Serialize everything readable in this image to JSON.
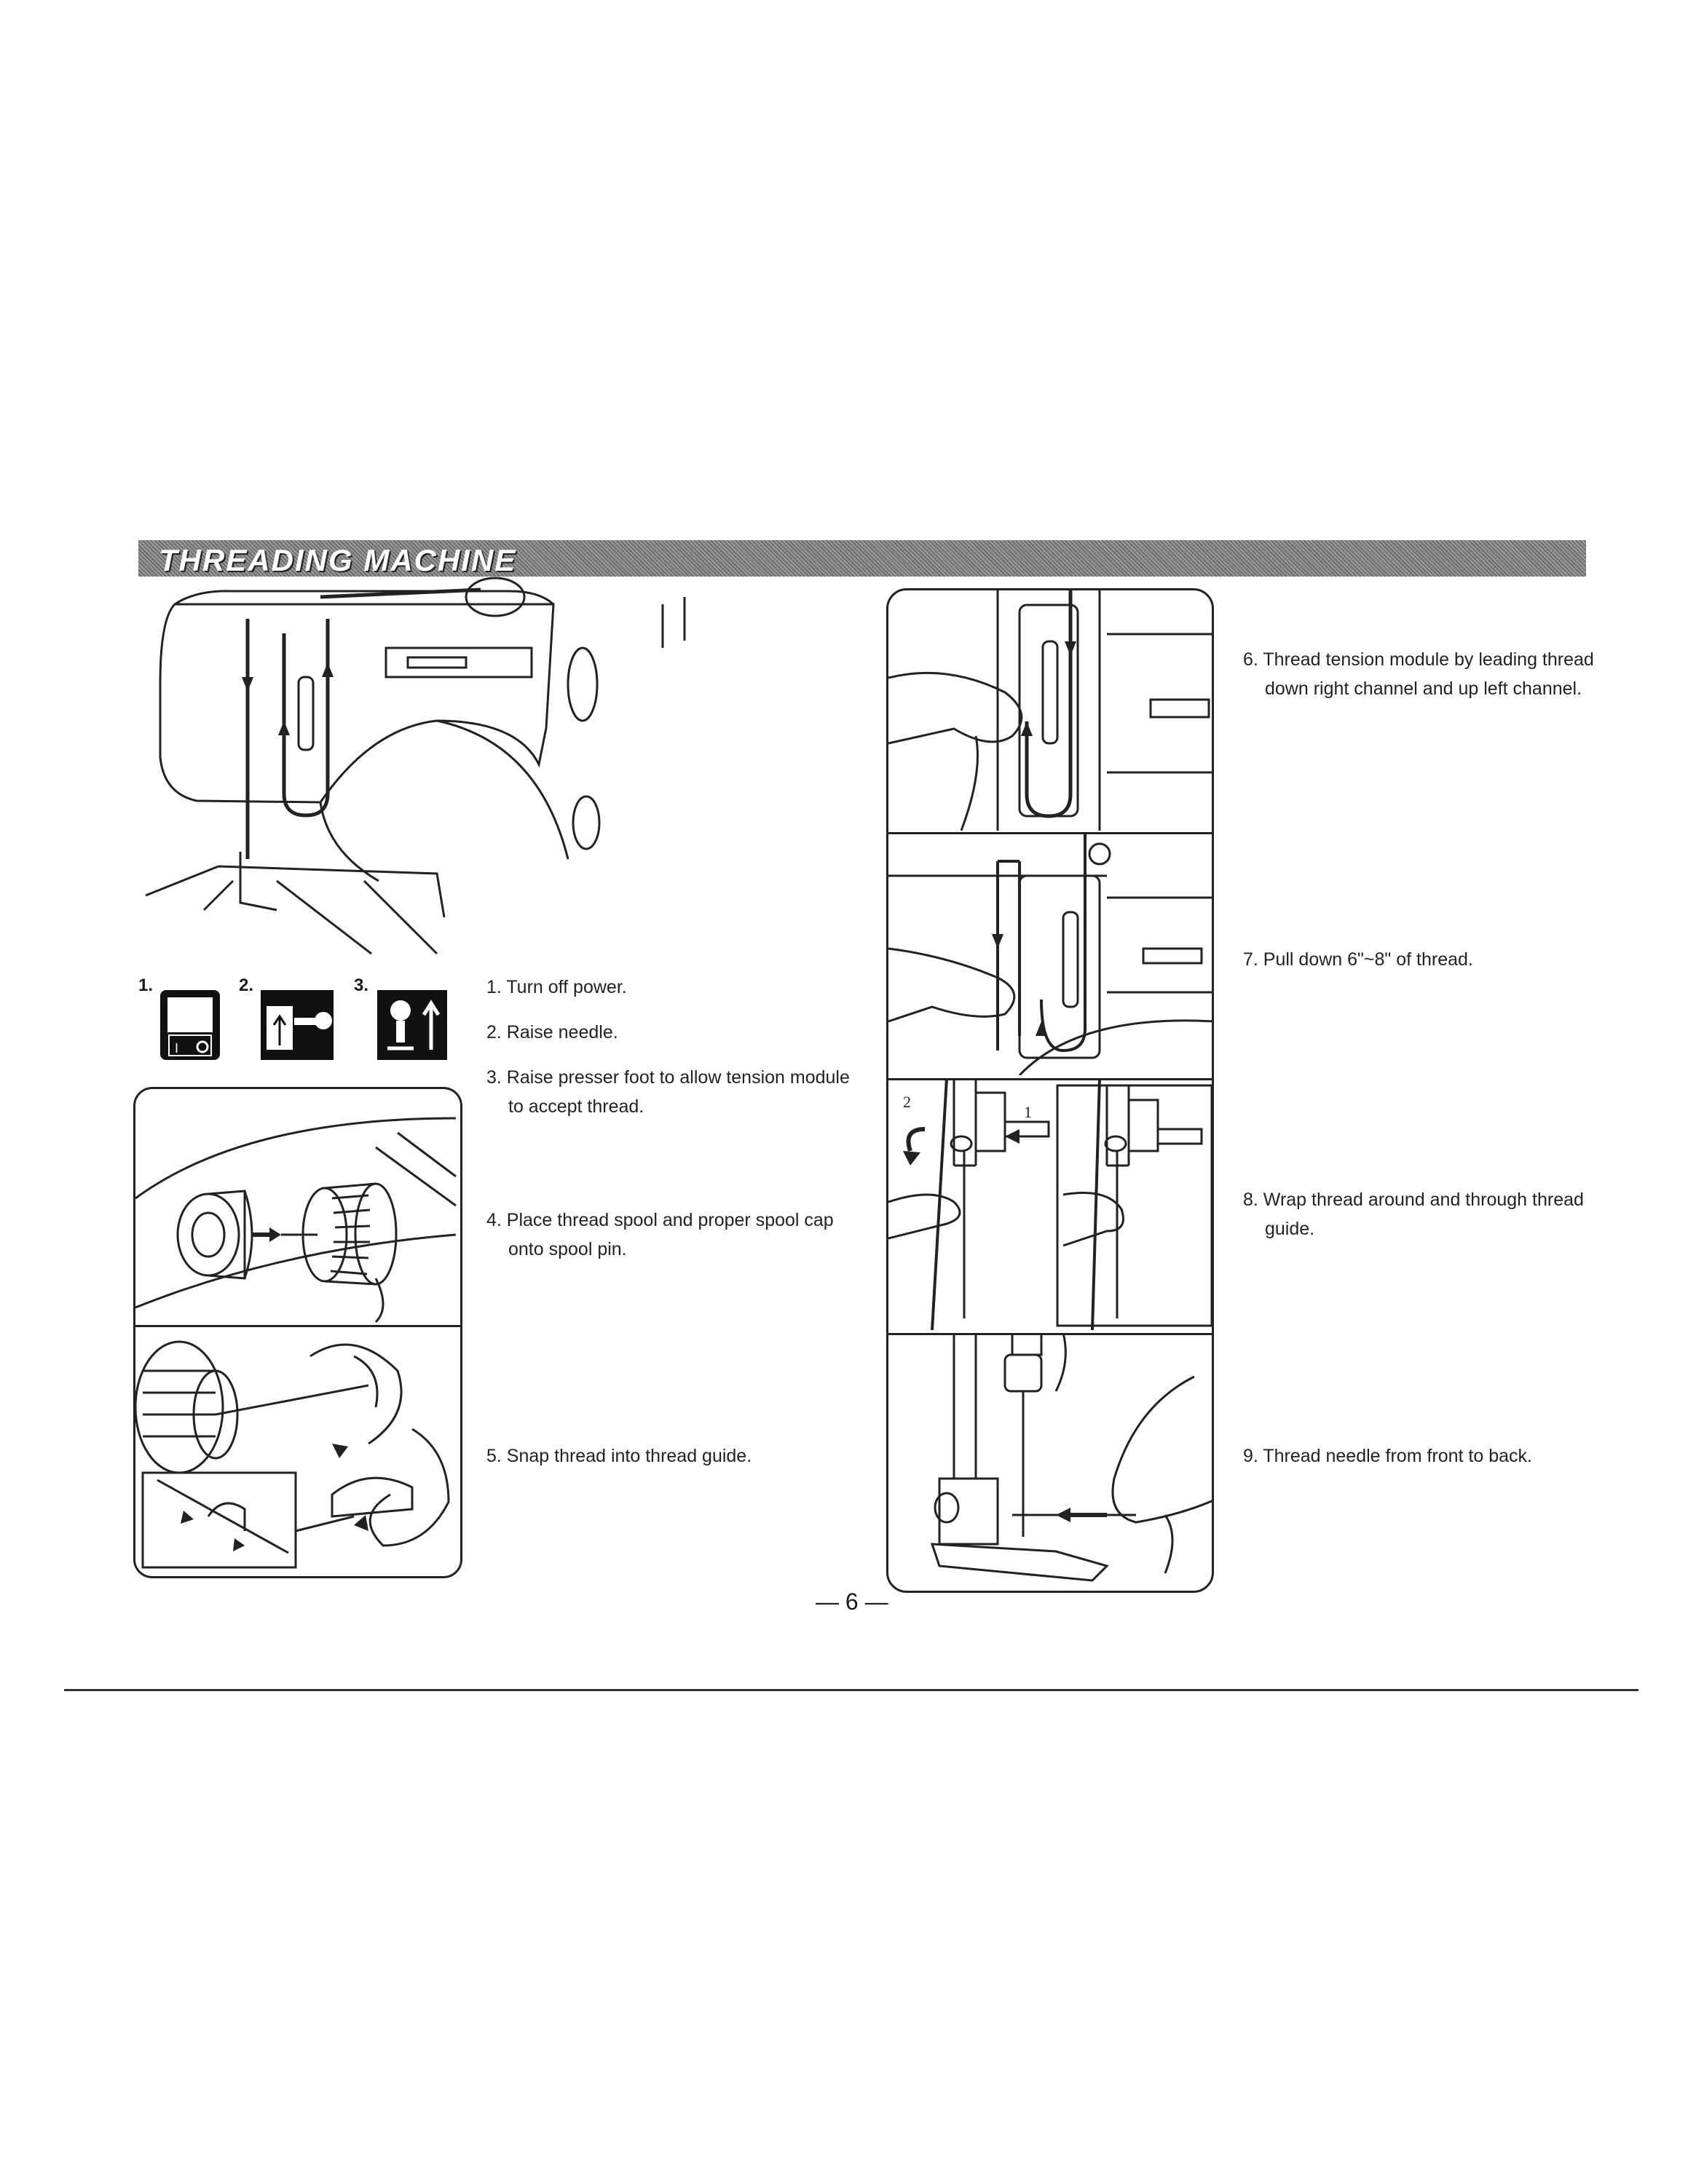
{
  "section_title": "THREADING MACHINE",
  "icons": [
    {
      "label": "1.",
      "name": "power-switch-icon"
    },
    {
      "label": "2.",
      "name": "raise-needle-icon"
    },
    {
      "label": "3.",
      "name": "raise-presser-foot-icon"
    }
  ],
  "steps_left": [
    "1. Turn off power.",
    "2. Raise needle.",
    "3. Raise presser foot to allow tension module to accept thread.",
    "4. Place thread spool and proper spool cap onto spool pin.",
    "5. Snap thread into thread guide."
  ],
  "steps_right": [
    "6. Thread tension module by leading thread down right channel and up left channel.",
    "7. Pull down 6\"~8\" of thread.",
    "8. Wrap thread around and through thread guide.",
    "9. Thread needle from front to back."
  ],
  "figure8_labels": [
    "2",
    "1"
  ],
  "page_number": "— 6 —"
}
